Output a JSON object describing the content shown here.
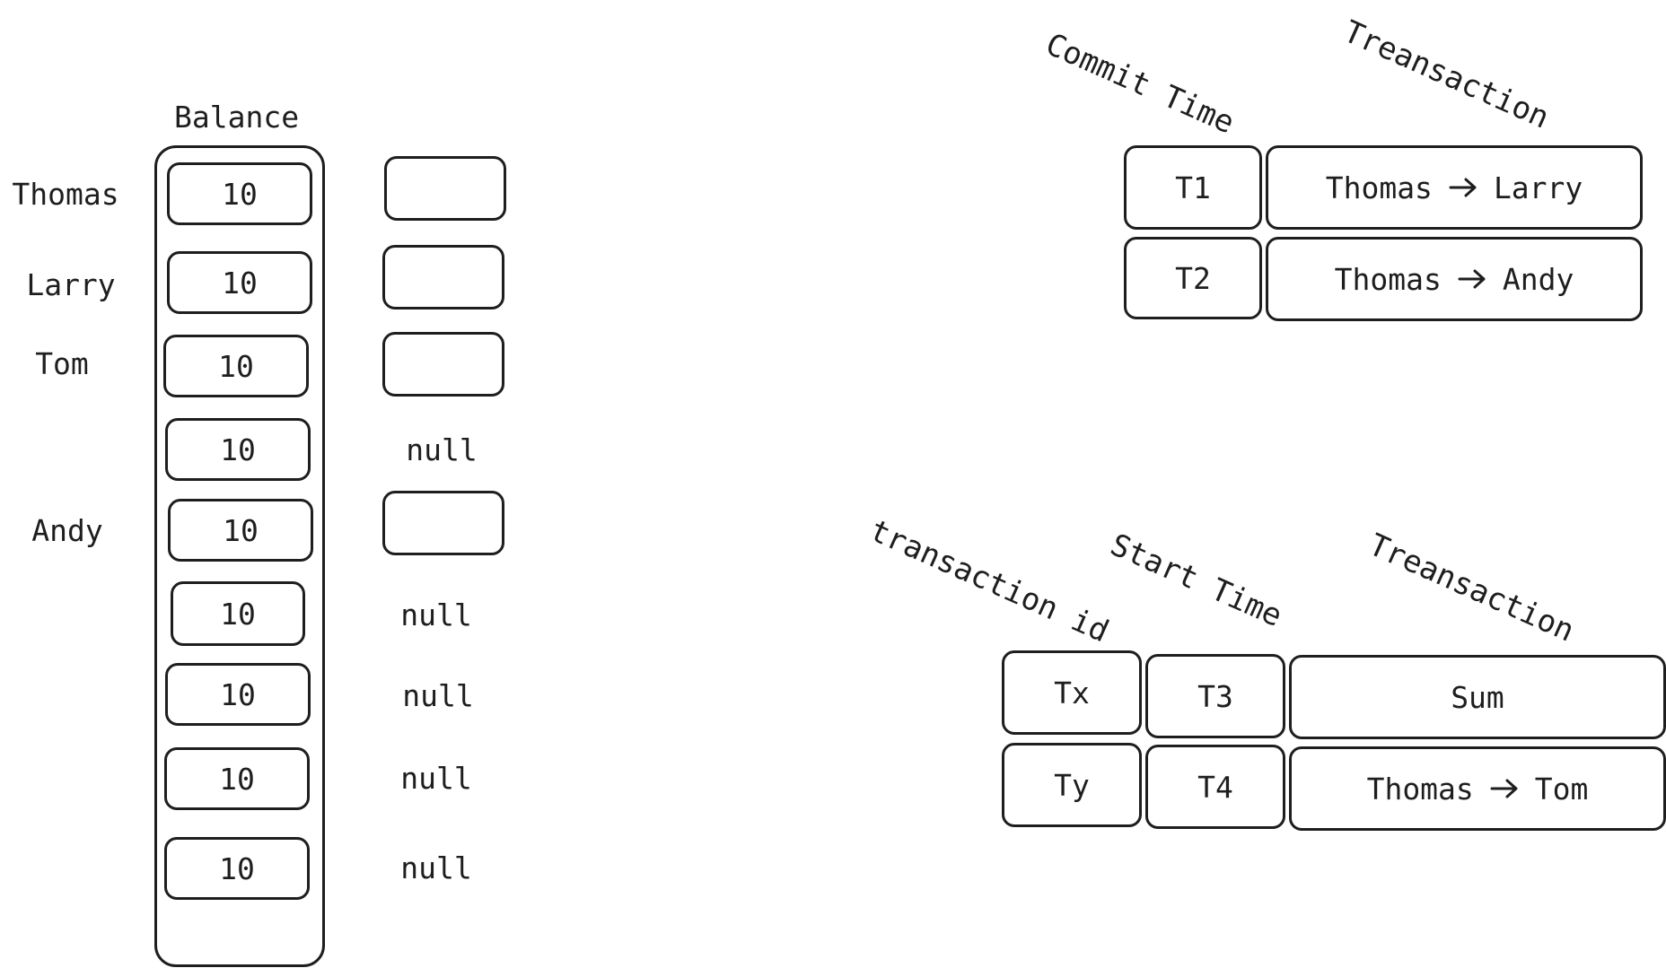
{
  "balance_header": "Balance",
  "names": [
    "Thomas",
    "Larry",
    "Tom",
    "",
    "Andy",
    "",
    "",
    "",
    ""
  ],
  "balances": [
    "10",
    "10",
    "10",
    "10",
    "10",
    "10",
    "10",
    "10",
    "10"
  ],
  "pointers": [
    "",
    "",
    "",
    "null",
    "",
    "null",
    "null",
    "null",
    "null"
  ],
  "commit_table": {
    "headers": [
      "Commit Time",
      "Treansaction"
    ],
    "rows": [
      {
        "time": "T1",
        "from": "Thomas",
        "to": "Larry"
      },
      {
        "time": "T2",
        "from": "Thomas",
        "to": "Andy"
      }
    ]
  },
  "start_table": {
    "headers": [
      "transaction id",
      "Start Time",
      "Treansaction"
    ],
    "rows": [
      {
        "id": "Tx",
        "time": "T3",
        "txn": "Sum"
      },
      {
        "id": "Ty",
        "time": "T4",
        "from": "Thomas",
        "to": "Tom"
      }
    ]
  }
}
